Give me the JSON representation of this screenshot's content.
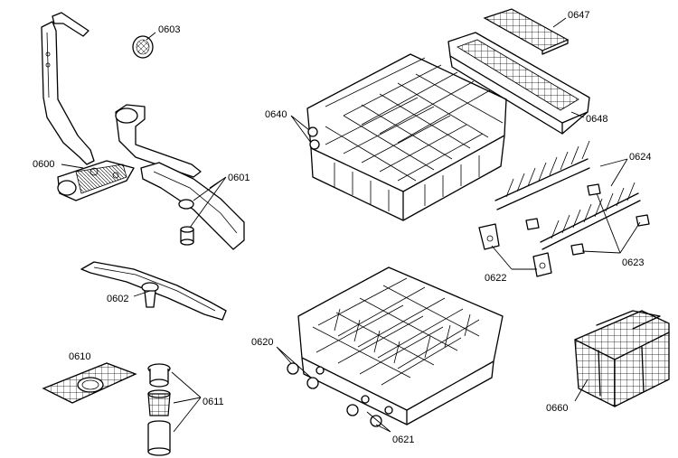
{
  "parts": {
    "p0600": "0600",
    "p0601": "0601",
    "p0602": "0602",
    "p0603": "0603",
    "p0610": "0610",
    "p0611": "0611",
    "p0620": "0620",
    "p0621": "0621",
    "p0622": "0622",
    "p0623": "0623",
    "p0624": "0624",
    "p0640": "0640",
    "p0647": "0647",
    "p0648": "0648",
    "p0660": "0660"
  }
}
